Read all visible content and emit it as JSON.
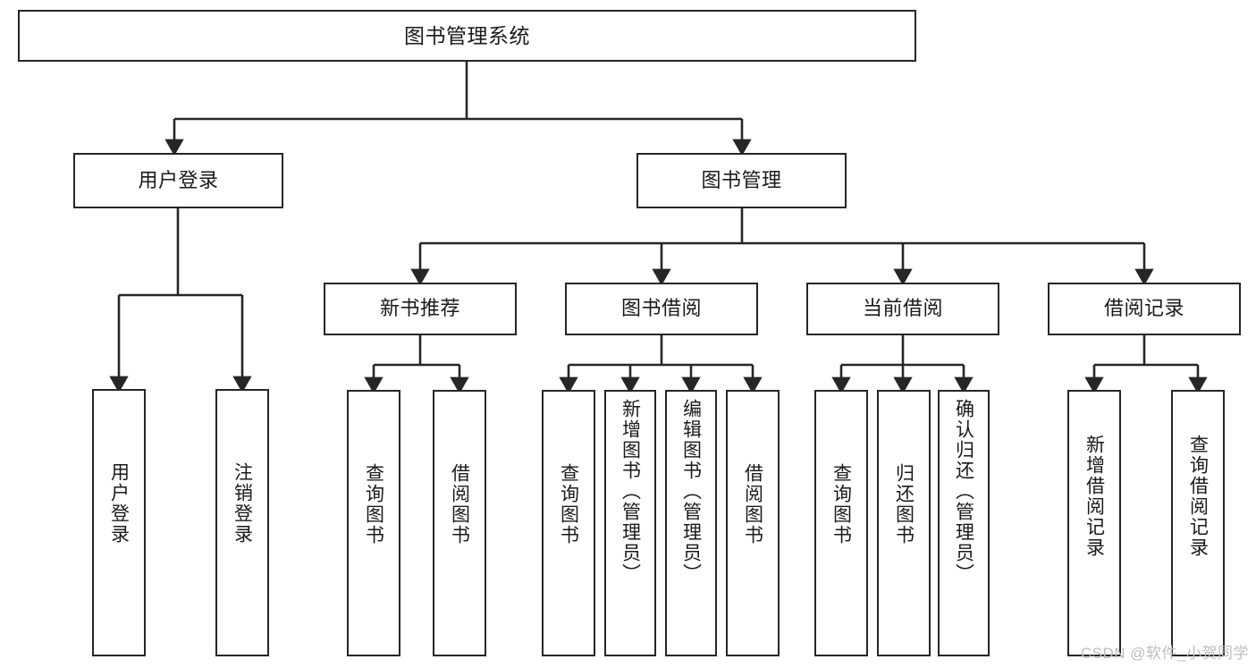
{
  "diagram": {
    "type": "tree",
    "title": "图书管理系统",
    "watermark": "CSDN @软件_小贺同学",
    "colors": {
      "node_border": "#262626",
      "node_fill": "#ffffff",
      "edge": "#262626",
      "text": "#1a1a1a",
      "watermark": "#bdbdbd"
    },
    "nodes": {
      "root": {
        "label": "图书管理系统"
      },
      "level2": [
        {
          "label": "用户登录"
        },
        {
          "label": "图书管理"
        }
      ],
      "level3": [
        {
          "label": "新书推荐"
        },
        {
          "label": "图书借阅"
        },
        {
          "label": "当前借阅"
        },
        {
          "label": "借阅记录"
        }
      ],
      "leaves": {
        "user_login": [
          {
            "label": "用户登录"
          },
          {
            "label": "注销登录"
          }
        ],
        "new_books": [
          {
            "label": "查询图书"
          },
          {
            "label": "借阅图书"
          }
        ],
        "book_borrow": [
          {
            "label": "查询图书"
          },
          {
            "label": "新增图书（管理员）"
          },
          {
            "label": "编辑图书（管理员）"
          },
          {
            "label": "借阅图书"
          }
        ],
        "current_borrow": [
          {
            "label": "查询图书"
          },
          {
            "label": "归还图书"
          },
          {
            "label": "确认归还（管理员）"
          }
        ],
        "borrow_records": [
          {
            "label": "新增借阅记录"
          },
          {
            "label": "查询借阅记录"
          }
        ]
      }
    }
  }
}
